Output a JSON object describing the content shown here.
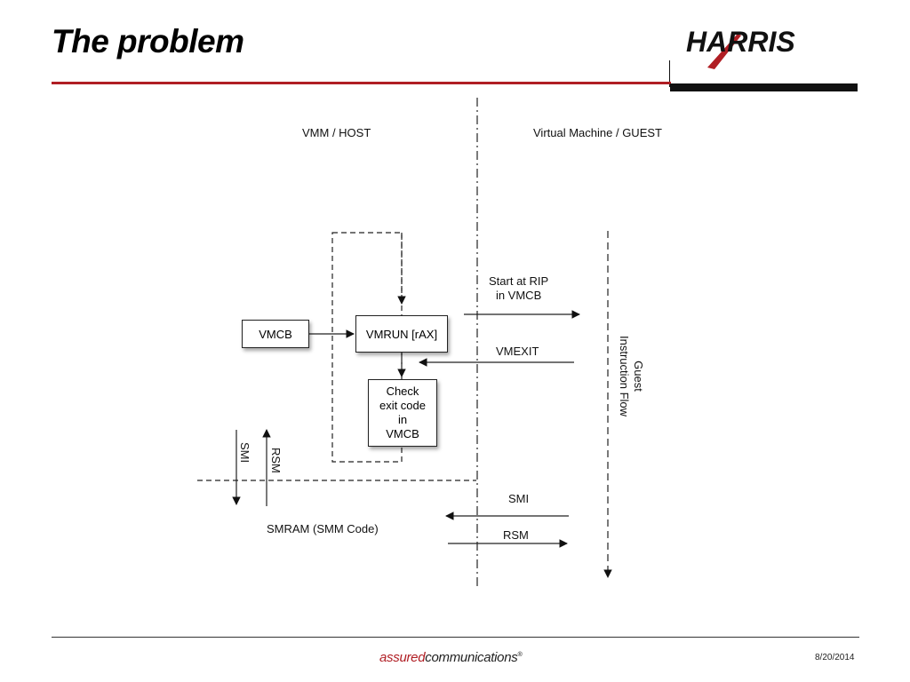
{
  "header": {
    "title": "The problem",
    "logo_text": "HARRIS"
  },
  "diagram": {
    "host_label": "VMM / HOST",
    "guest_label": "Virtual  Machine / GUEST",
    "vmcb_box": "VMCB",
    "vmrun_box": "VMRUN [rAX]",
    "check_box_lines": [
      "Check",
      "exit code",
      "in",
      "VMCB"
    ],
    "start_rip_lines": [
      "Start at RIP",
      "in VMCB"
    ],
    "vmexit_label": "VMEXIT",
    "guest_flow_lines": [
      "Guest",
      "Instruction Flow"
    ],
    "smi_vertical": "SMI",
    "rsm_vertical": "RSM",
    "smi_label": "SMI",
    "rsm_label": "RSM",
    "smram_label": "SMRAM (SMM Code)"
  },
  "footer": {
    "brand_part1": "assured",
    "brand_part2": "communications",
    "brand_mark": "®",
    "date": "8/20/2014"
  },
  "colors": {
    "accent_red": "#b01e24",
    "bar_black": "#111111"
  }
}
